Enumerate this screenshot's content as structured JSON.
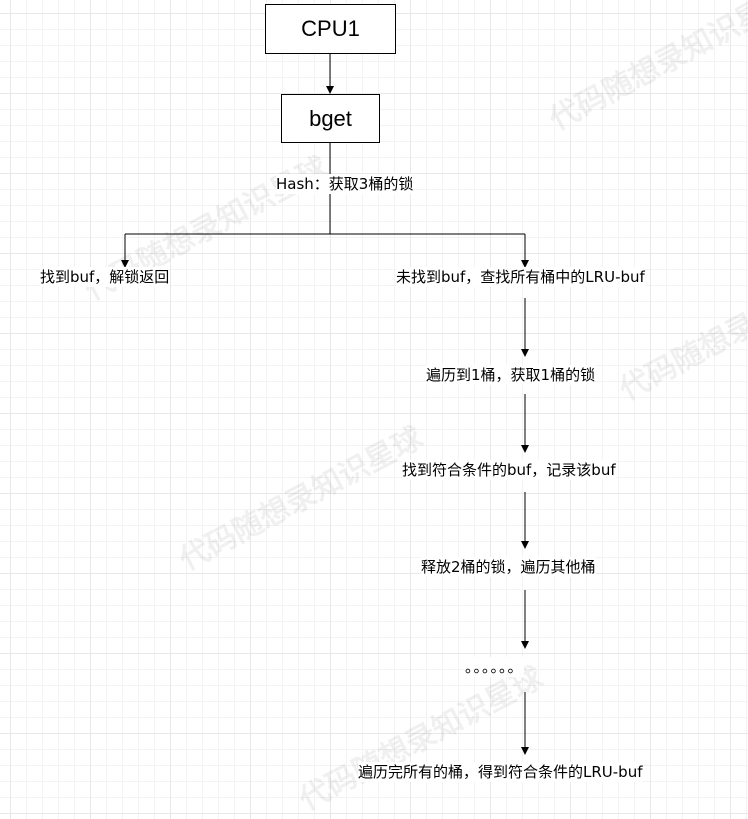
{
  "nodes": {
    "cpu1": "CPU1",
    "bget": "bget",
    "hash_label": "Hash：获取3桶的锁",
    "left_branch": "找到buf，解锁返回",
    "right_branch": "未找到buf，查找所有桶中的LRU-buf",
    "step1": "遍历到1桶，获取1桶的锁",
    "step2": "找到符合条件的buf，记录该buf",
    "step3": "释放2桶的锁，遍历其他桶",
    "ellipsis": "。。。。。。",
    "final": "遍历完所有的桶，得到符合条件的LRU-buf"
  },
  "watermark": "代码随想录知识星球"
}
